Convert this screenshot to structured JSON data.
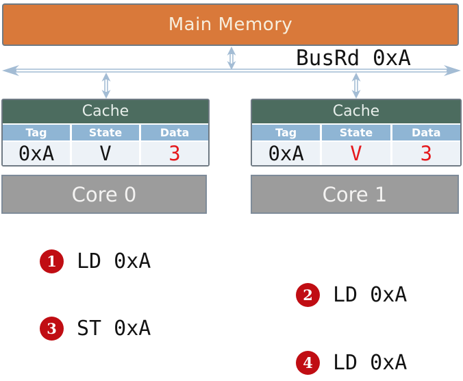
{
  "memory": {
    "label": "Main Memory"
  },
  "bus": {
    "label": "BusRd 0xA"
  },
  "caches": [
    {
      "title": "Cache",
      "columns": [
        "Tag",
        "State",
        "Data"
      ],
      "row": {
        "tag": "0xA",
        "state": "V",
        "data": "3"
      }
    },
    {
      "title": "Cache",
      "columns": [
        "Tag",
        "State",
        "Data"
      ],
      "row": {
        "tag": "0xA",
        "state": "V",
        "data": "3"
      }
    }
  ],
  "cores": [
    {
      "label": "Core 0"
    },
    {
      "label": "Core 1"
    }
  ],
  "operations": [
    {
      "num": "1",
      "label": "LD 0xA"
    },
    {
      "num": "2",
      "label": "LD 0xA"
    },
    {
      "num": "3",
      "label": "ST 0xA"
    },
    {
      "num": "4",
      "label": "LD 0xA"
    }
  ],
  "colors": {
    "memory-fill": "#d9793a",
    "memory-text": "#f7eedd",
    "cache-header-fill": "#4c6c5f",
    "column-header-fill": "#8fb5d4",
    "value-row-fill": "#edf2f7",
    "core-fill": "#9c9c9c",
    "core-border": "#7e8b99",
    "arrow-color": "#a3bcd4",
    "red-text": "#e5191d",
    "badge-red": "#c00d13",
    "border-gray": "#6f7a84"
  }
}
